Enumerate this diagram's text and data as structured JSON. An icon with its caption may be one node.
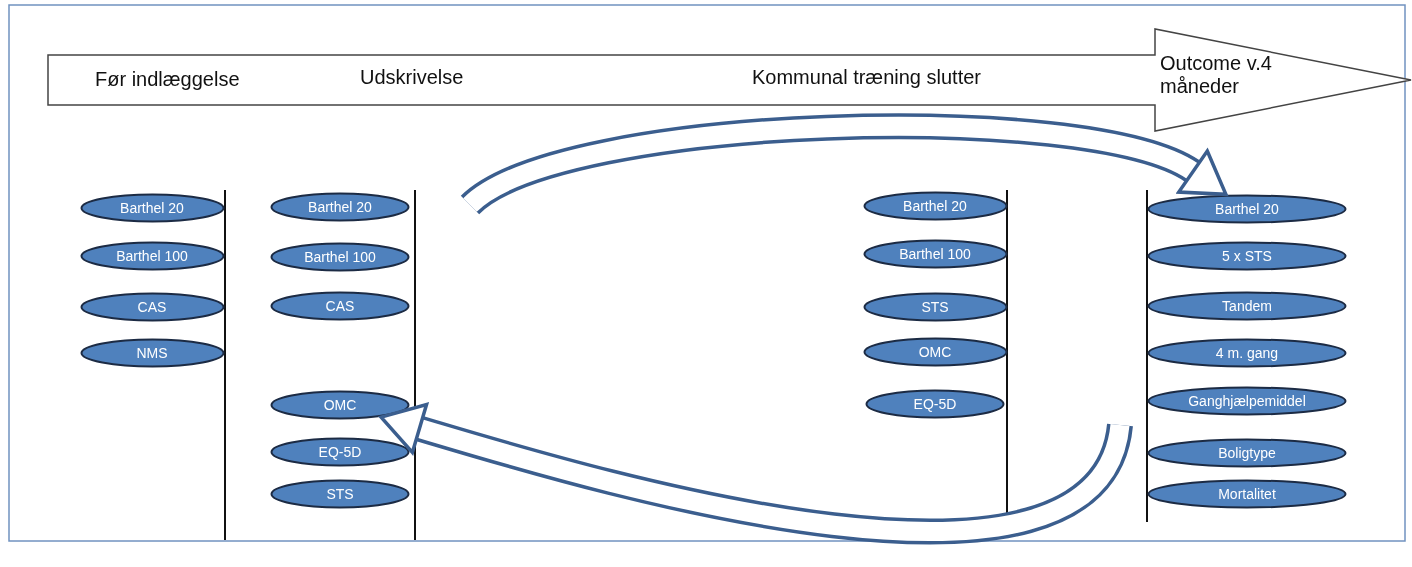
{
  "diagram": {
    "nodes": [
      {
        "text": [
          "Før indlæggelse",
          "Udskrivelse",
          "Kommunal træning slutter",
          "Outcome v.4 måneder"
        ]
      },
      {
        "text": [
          "Barthel 20"
        ]
      },
      {
        "text": [
          "Barthel 100"
        ]
      },
      {
        "text": [
          "CAS"
        ]
      },
      {
        "text": [
          "NMS"
        ]
      },
      {
        "text": [
          "Barthel 20"
        ]
      },
      {
        "text": [
          "Barthel 100"
        ]
      },
      {
        "text": [
          "CAS"
        ]
      },
      {
        "text": [
          "OMC"
        ]
      },
      {
        "text": [
          "EQ-5D"
        ]
      },
      {
        "text": [
          "STS"
        ]
      },
      {
        "text": [
          "Barthel 20"
        ]
      },
      {
        "text": [
          "Barthel 100"
        ]
      },
      {
        "text": [
          "STS"
        ]
      },
      {
        "text": [
          "OMC"
        ]
      },
      {
        "text": [
          "EQ-5D"
        ]
      },
      {
        "text": [
          "Barthel 20"
        ]
      },
      {
        "text": [
          "5 x STS"
        ]
      },
      {
        "text": [
          "Tandem"
        ]
      },
      {
        "text": [
          "4 m. gang"
        ]
      },
      {
        "text": [
          "Ganghjælpemiddel"
        ]
      },
      {
        "text": [
          "Boligtype"
        ]
      },
      {
        "text": [
          "Mortalitet"
        ]
      }
    ],
    "edges": [
      {
        "from": null,
        "to": 16,
        "arrow": "to"
      },
      {
        "from": null,
        "to": 8,
        "arrow": "to"
      }
    ]
  }
}
